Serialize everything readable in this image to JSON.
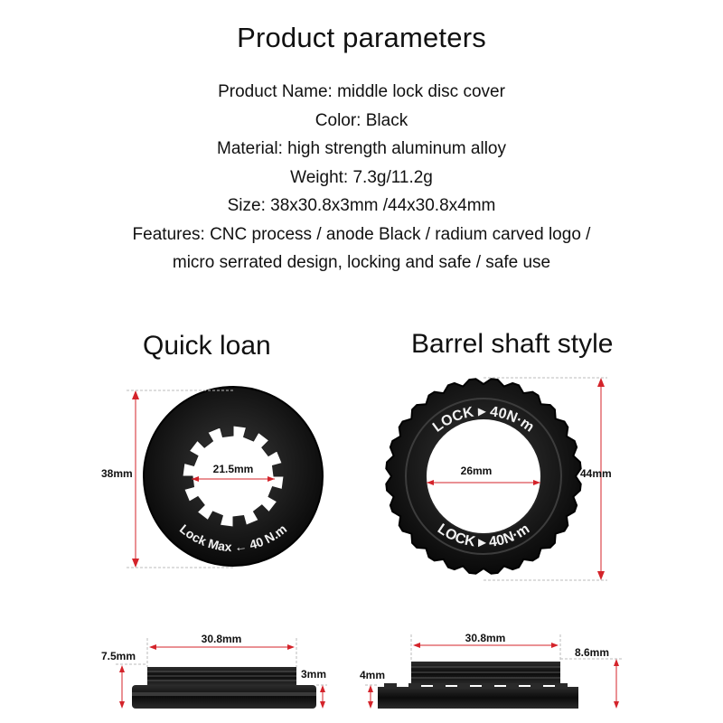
{
  "title": "Product parameters",
  "specs": [
    "Product Name: middle lock disc cover",
    "Color: Black",
    "Material: high strength aluminum alloy",
    "Weight: 7.3g/11.2g",
    "Size: 38x30.8x3mm /44x30.8x4mm",
    "Features: CNC process / anode Black / radium carved logo /",
    "micro serrated design, locking and safe / safe use"
  ],
  "left": {
    "heading": "Quick loan",
    "outer_dim": "38mm",
    "inner_dim": "21.5mm",
    "ring_label_a": "Lock Max",
    "ring_label_b": "40 N.m",
    "side_width": "30.8mm",
    "side_total": "7.5mm",
    "side_thick": "3mm"
  },
  "right": {
    "heading": "Barrel shaft style",
    "outer_dim": "44mm",
    "inner_dim": "26mm",
    "ring_label_top": "LOCK ▸ 40N·m",
    "ring_label_bottom": "LOCK ▸ 40N·m",
    "side_width": "30.8mm",
    "side_total": "8.6mm",
    "side_thick": "4mm"
  },
  "colors": {
    "dimension_line": "#d4232a",
    "part": "#141414"
  }
}
